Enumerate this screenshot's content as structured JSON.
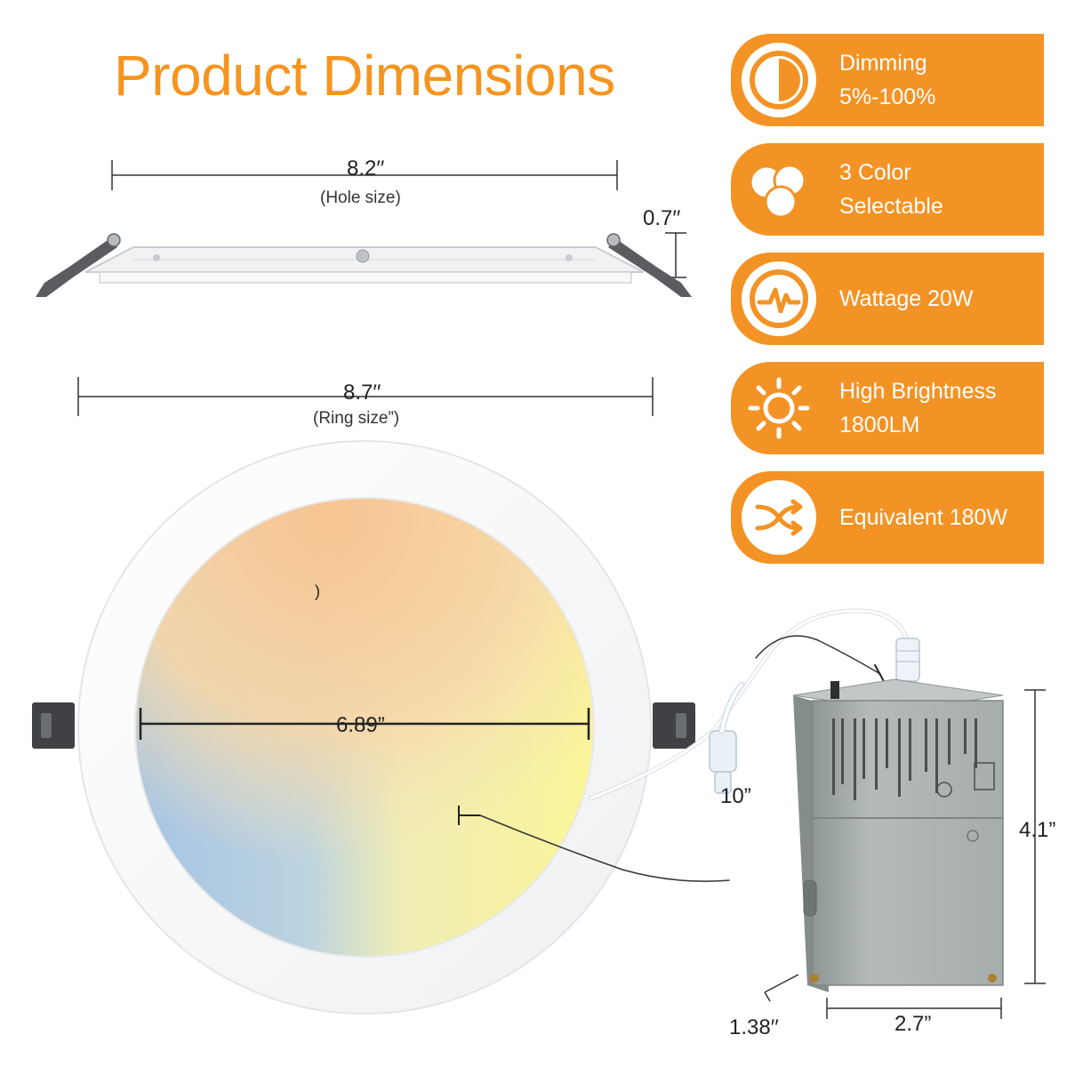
{
  "title": "Product Dimensions",
  "dimensions": {
    "hole": {
      "value": "8.2′′",
      "note": "(Hole size)"
    },
    "height": {
      "value": "0.7′′"
    },
    "ring": {
      "value": "8.7′′",
      "note": "(Ring size”)"
    },
    "panel": {
      "value": "6.89”"
    },
    "cable": {
      "value": "10”"
    },
    "box_height": {
      "value": "4.1”"
    },
    "box_depth": {
      "value": "1.38′′"
    },
    "box_width": {
      "value": "2.7”"
    },
    "stray_mark": ")"
  },
  "features": [
    {
      "icon": "dimming-icon",
      "line1": "Dimming",
      "line2": "5%-100%"
    },
    {
      "icon": "color-circles-icon",
      "line1": "3 Color",
      "line2": "Selectable"
    },
    {
      "icon": "pulse-icon",
      "line1": "Wattage 20W",
      "line2": ""
    },
    {
      "icon": "sun-icon",
      "line1": "High Brightness",
      "line2": "1800LM"
    },
    {
      "icon": "crossing-arrows-icon",
      "line1": "Equivalent 180W",
      "line2": ""
    }
  ],
  "colors": {
    "accent": "#f39325",
    "title": "#f5951f",
    "warm": "#f6c894",
    "neutral": "#fbf29a",
    "cool": "#a8c7e6",
    "box": "#a7aeae"
  }
}
